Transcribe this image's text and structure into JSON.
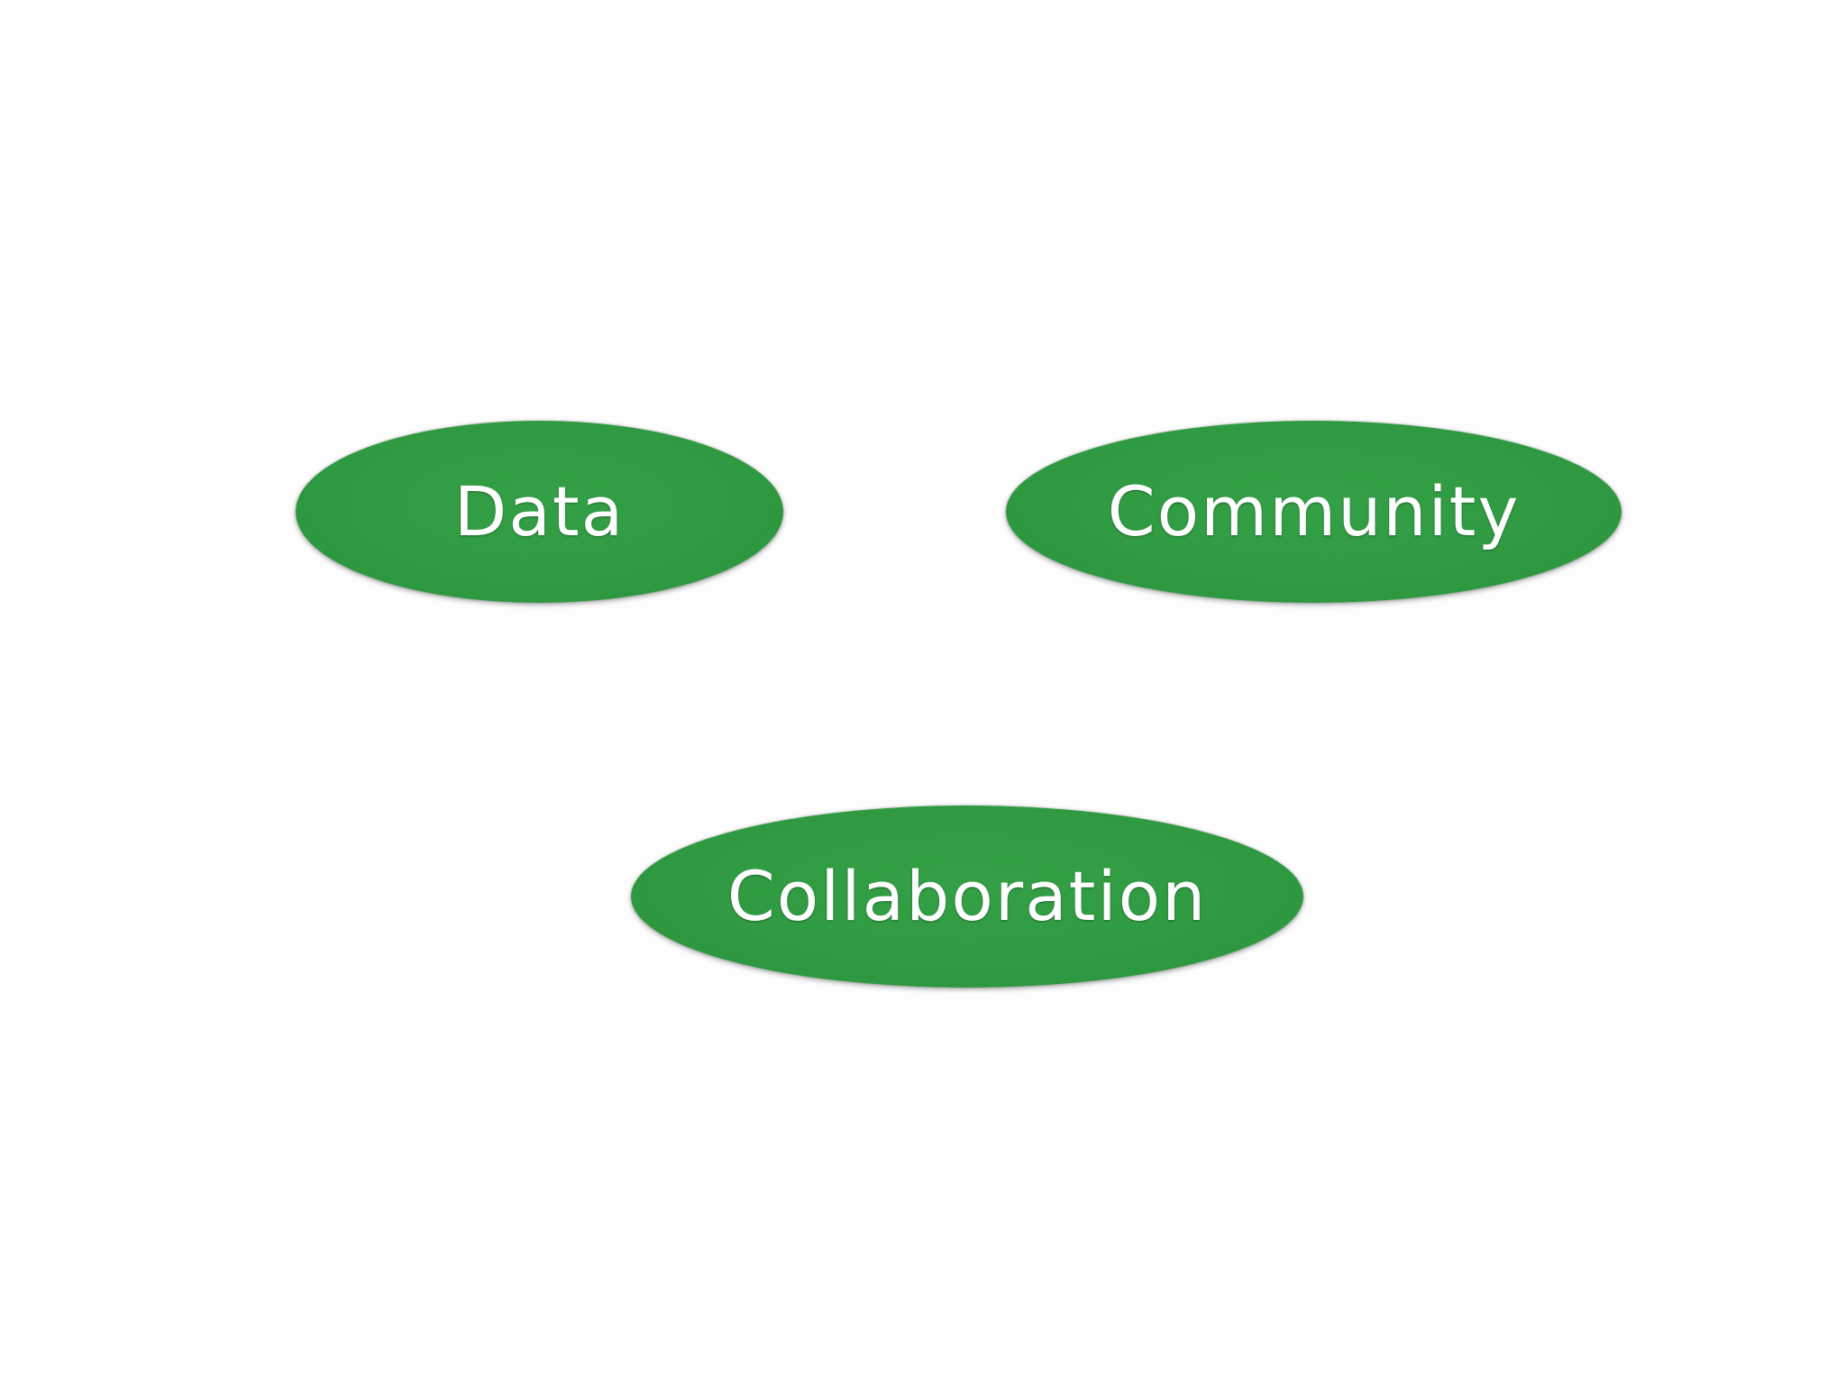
{
  "diagram": {
    "nodes": [
      {
        "label": "Data"
      },
      {
        "label": "Community"
      },
      {
        "label": "Collaboration"
      }
    ],
    "colors": {
      "background": "#fdfdfd",
      "node_fill": "#2f9a41",
      "node_text": "#ffffff"
    }
  }
}
